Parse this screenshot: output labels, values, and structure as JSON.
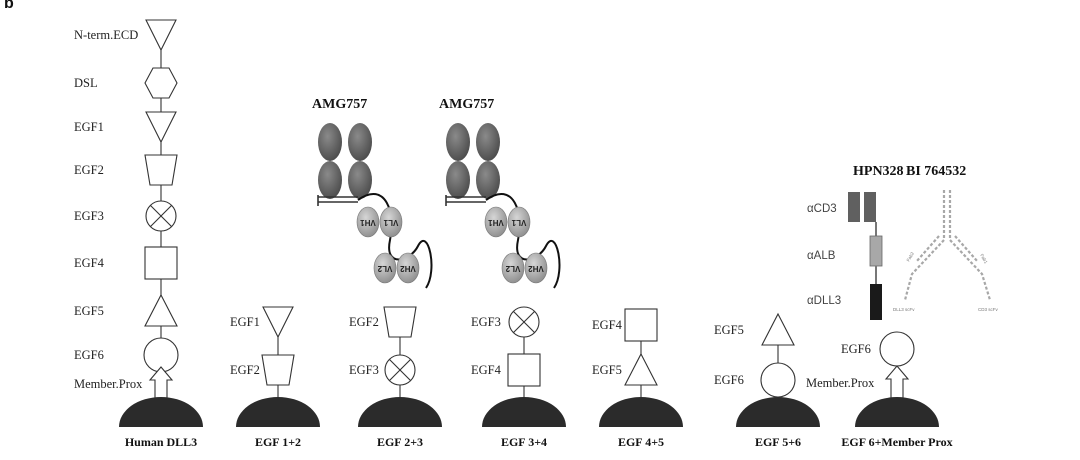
{
  "panel_label": "b",
  "human": {
    "caption": "Human DLL3",
    "domains": [
      {
        "label": "N-term.ECD",
        "shape": "triangle-down-icon"
      },
      {
        "label": "DSL",
        "shape": "hexagon-icon"
      },
      {
        "label": "EGF1",
        "shape": "triangle-down-icon"
      },
      {
        "label": "EGF2",
        "shape": "trapezoid-icon"
      },
      {
        "label": "EGF3",
        "shape": "circle-cross-icon"
      },
      {
        "label": "EGF4",
        "shape": "square-icon"
      },
      {
        "label": "EGF5",
        "shape": "triangle-up-icon"
      },
      {
        "label": "EGF6",
        "shape": "circle-icon"
      },
      {
        "label": "Member.Prox",
        "shape": "arrow-up-icon"
      }
    ]
  },
  "constructs": [
    {
      "caption": "EGF 1+2",
      "domains": [
        {
          "label": "EGF1",
          "shape": "triangle-down-icon"
        },
        {
          "label": "EGF2",
          "shape": "trapezoid-icon"
        }
      ]
    },
    {
      "caption": "EGF 2+3",
      "domains": [
        {
          "label": "EGF2",
          "shape": "trapezoid-icon"
        },
        {
          "label": "EGF3",
          "shape": "circle-cross-icon"
        }
      ]
    },
    {
      "caption": "EGF 3+4",
      "domains": [
        {
          "label": "EGF3",
          "shape": "circle-cross-icon"
        },
        {
          "label": "EGF4",
          "shape": "square-icon"
        }
      ]
    },
    {
      "caption": "EGF 4+5",
      "domains": [
        {
          "label": "EGF4",
          "shape": "square-icon"
        },
        {
          "label": "EGF5",
          "shape": "triangle-up-icon"
        }
      ]
    },
    {
      "caption": "EGF 5+6",
      "domains": [
        {
          "label": "EGF5",
          "shape": "triangle-up-icon"
        },
        {
          "label": "EGF6",
          "shape": "circle-icon"
        }
      ]
    },
    {
      "caption": "EGF 6+Member Prox",
      "domains": [
        {
          "label": "EGF6",
          "shape": "circle-icon"
        },
        {
          "label": "Member.Prox",
          "shape": "arrow-up-icon"
        }
      ]
    }
  ],
  "amg757": {
    "title": "AMG757",
    "vh1": "VH1",
    "vl1": "VL1",
    "vh2": "VH2",
    "vl2": "VL2"
  },
  "hpn328": {
    "title": "HPN328",
    "cd3": "αCD3",
    "alb": "αALB",
    "dll3": "αDLL3"
  },
  "bi764532": {
    "title": "BI 764532",
    "arm_left": "Fab2",
    "arm_right": "Fab1",
    "foot_left": "DLL3 scFv",
    "foot_right": "CD3 scFv"
  },
  "colors": {
    "membrane": "#2b2b2b",
    "antibody_dark": "#5a5a5a",
    "antibody_light": "#9a9a9a",
    "hpn_cd3": "#606060",
    "hpn_alb": "#a8a8a8",
    "hpn_dll3": "#1a1a1a"
  }
}
